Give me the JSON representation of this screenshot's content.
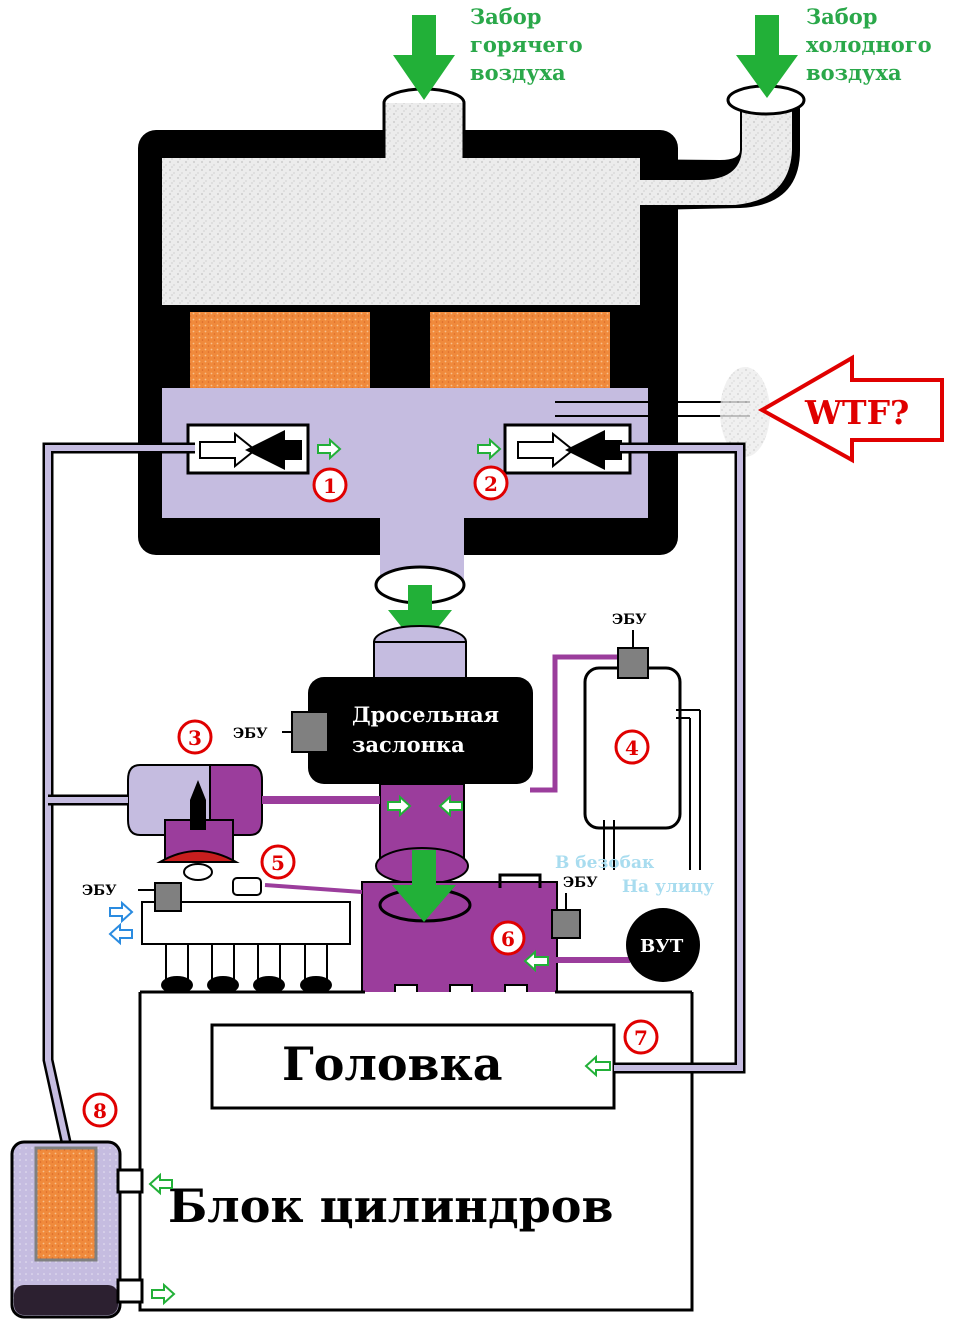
{
  "colors": {
    "purple_light": "#c5bce0",
    "purple_dark": "#9b3d9c",
    "green_arrow": "#22b038",
    "orange_filter": "#f08a3c",
    "red": "#e00000",
    "housing": "#000000"
  },
  "labels": {
    "hot_air": [
      "Забор",
      "горячего",
      "воздуха"
    ],
    "cold_air": [
      "Забор",
      "холодного",
      "воздуха"
    ],
    "wtf": "WTF?",
    "throttle": [
      "Дросельная",
      "заслонка"
    ],
    "ecu": "ЭБУ",
    "to_tank": "В безобак",
    "to_outside": "На улицу",
    "brake_booster": "ВУТ",
    "head": "Головка",
    "block": "Блок цилиндров"
  },
  "numbers": [
    "1",
    "2",
    "3",
    "4",
    "5",
    "6",
    "7",
    "8"
  ]
}
